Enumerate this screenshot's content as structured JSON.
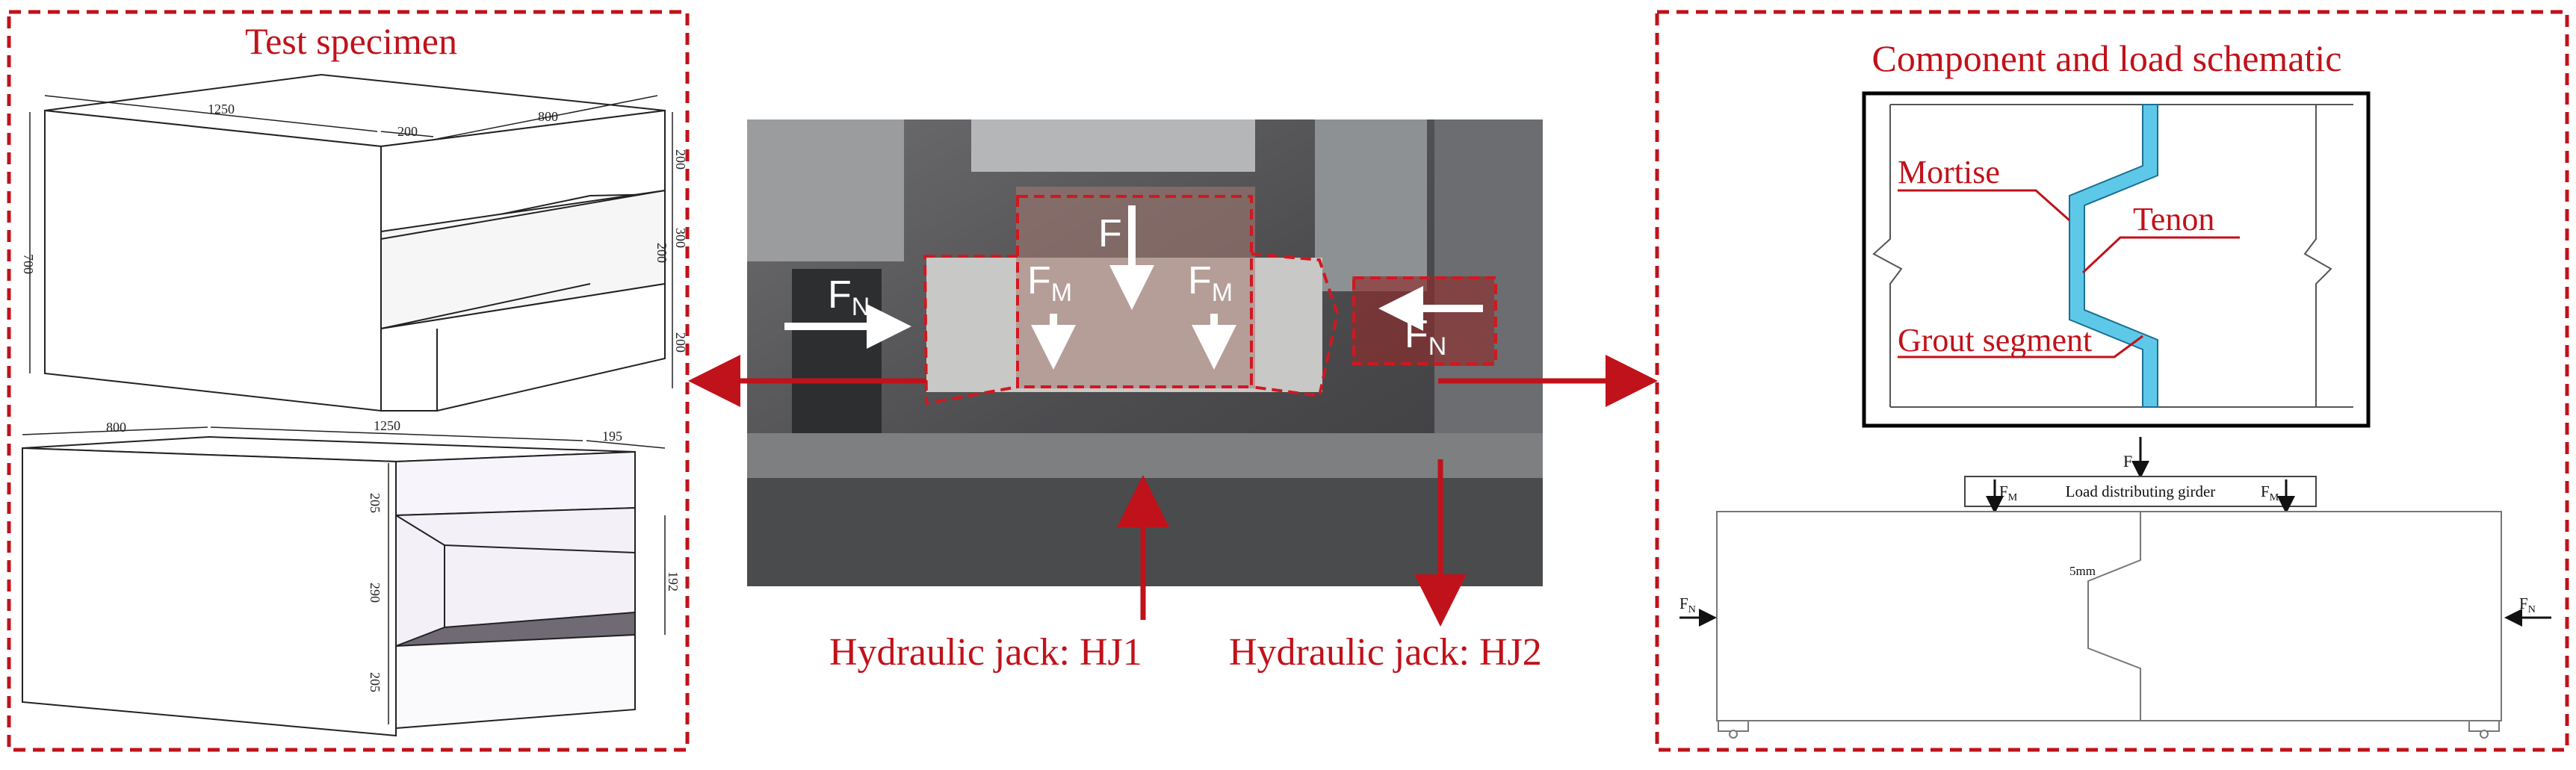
{
  "panels": {
    "left": {
      "title": "Test specimen"
    },
    "right": {
      "title": "Component and load schematic"
    }
  },
  "specimen_top": {
    "dims": {
      "a": "1250",
      "b": "200",
      "c": "800",
      "h1": "200",
      "h2": "300",
      "h3": "200",
      "h4": "200",
      "height": "700"
    }
  },
  "specimen_bottom": {
    "dims": {
      "a": "800",
      "b": "1250",
      "c": "195",
      "h1": "205",
      "h2": "290",
      "h3": "205",
      "h4": "192"
    }
  },
  "photo": {
    "labels": {
      "F": "F",
      "FM": "F",
      "FM_sub": "M",
      "FN": "F",
      "FN_sub": "N"
    },
    "jack1": "Hydraulic jack: HJ1",
    "jack2": "Hydraulic jack: HJ2"
  },
  "schematic": {
    "mortise": "Mortise",
    "tenon": "Tenon",
    "grout": "Grout segment",
    "F": "F",
    "FM": "F",
    "FM_sub": "M",
    "FN": "F",
    "FN_sub": "N",
    "girder": "Load distributing girder",
    "gap": "5mm"
  },
  "colors": {
    "accent": "#c0121a",
    "grout": "#5ec8e8"
  }
}
